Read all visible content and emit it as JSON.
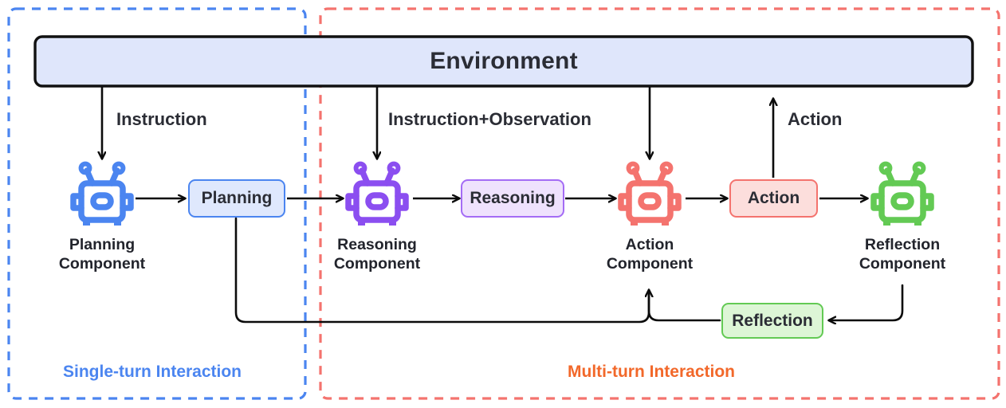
{
  "diagram": {
    "title_box": {
      "label": "Environment",
      "fill": "#dfe6fb",
      "stroke": "#111111",
      "text_color": "#1b1d24"
    },
    "zones": [
      {
        "id": "single-turn",
        "label": "Single-turn Interaction",
        "color": "#4b85f0",
        "style": "dashed"
      },
      {
        "id": "multi-turn",
        "label": "Multi-turn Interaction",
        "color": "#f2682a",
        "border_color": "#f4736e",
        "style": "dashed"
      }
    ],
    "edge_labels": [
      {
        "id": "instruction",
        "text": "Instruction"
      },
      {
        "id": "instruction-observation",
        "text": "Instruction+Observation"
      },
      {
        "id": "action-up",
        "text": "Action"
      }
    ],
    "components": [
      {
        "id": "planning",
        "icon": "robot-icon",
        "color": "#4b85f0",
        "label_line1": "Planning",
        "label_line2": "Component"
      },
      {
        "id": "reasoning",
        "icon": "robot-icon",
        "color": "#8b4ef0",
        "label_line1": "Reasoning",
        "label_line2": "Component"
      },
      {
        "id": "action",
        "icon": "robot-icon",
        "color": "#f4736e",
        "label_line1": "Action",
        "label_line2": "Component"
      },
      {
        "id": "reflection",
        "icon": "robot-icon",
        "color": "#63ca54",
        "label_line1": "Reflection",
        "label_line2": "Component"
      }
    ],
    "message_boxes": [
      {
        "id": "planning-msg",
        "label": "Planning",
        "fill": "#dfe8fd",
        "stroke": "#4b85f0"
      },
      {
        "id": "reasoning-msg",
        "label": "Reasoning",
        "fill": "#efe2fd",
        "stroke": "#a46cf5"
      },
      {
        "id": "action-msg",
        "label": "Action",
        "fill": "#fcdedc",
        "stroke": "#f4736e"
      },
      {
        "id": "reflection-msg",
        "label": "Reflection",
        "fill": "#ddf6d6",
        "stroke": "#63ca54"
      }
    ]
  }
}
